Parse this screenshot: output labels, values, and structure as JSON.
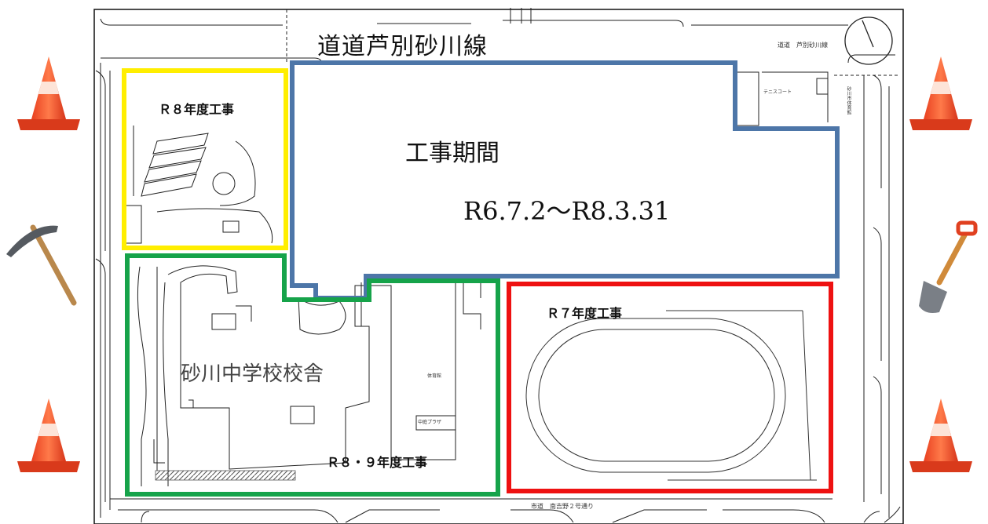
{
  "map": {
    "road_north": "道道芦別砂川線",
    "road_north_small": "道道　芦別砂川線",
    "road_south": "南吉野２号通り",
    "road_south_prefix": "市道",
    "building_label": "砂川中学校校舎",
    "tiny_labels": {
      "gym": "体育館",
      "pool": "中庭プラザ",
      "east_1": "テニスコート",
      "east_2": "砂川市体育館"
    }
  },
  "zones": {
    "r8": {
      "label": "Ｒ８年度工事",
      "color": "#ffee00"
    },
    "r6": {
      "label_title": "工事期間",
      "label_period": "R6.7.2～R8.3.31",
      "color": "#4d76a8"
    },
    "r89": {
      "label": "Ｒ８・９年度工事",
      "color": "#16a34a"
    },
    "r7": {
      "label": "Ｒ７年度工事",
      "color": "#ee1111"
    }
  },
  "decorations": {
    "icons": [
      "traffic-cone",
      "traffic-cone",
      "traffic-cone",
      "traffic-cone",
      "pickaxe",
      "shovel",
      "north-arrow"
    ]
  }
}
